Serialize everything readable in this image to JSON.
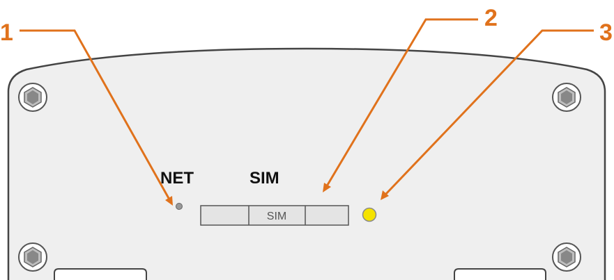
{
  "device": {
    "labels": {
      "net": "NET",
      "sim": "SIM",
      "sim_slot": "SIM"
    },
    "colors": {
      "body_fill": "#efefef",
      "body_stroke": "#444444",
      "slot_fill": "#e4e4e4",
      "led_net": "#999999",
      "led_status": "#f5e300",
      "screw_fill": "#bfbfbf",
      "screw_inner": "#888888"
    }
  },
  "callouts": {
    "color": "#e0721c",
    "items": [
      {
        "number": "1",
        "target": "net-led"
      },
      {
        "number": "2",
        "target": "sim-slot"
      },
      {
        "number": "3",
        "target": "status-led"
      }
    ]
  },
  "icons": {
    "screws": "hex-screw-icon",
    "rails": "mounting-rail-icon"
  }
}
